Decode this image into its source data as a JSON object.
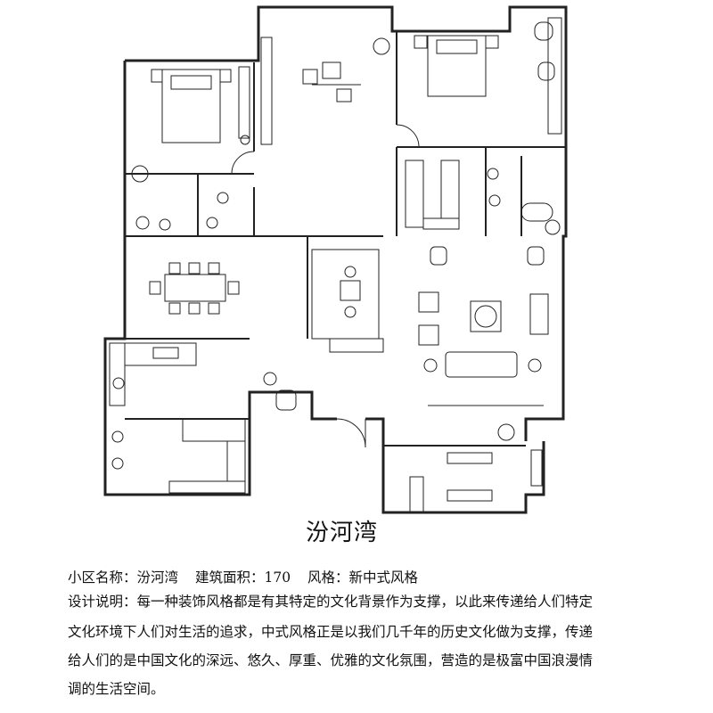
{
  "plan": {
    "title": "汾河湾"
  },
  "info": {
    "community_label": "小区名称：",
    "community_value": "汾河湾",
    "area_label": "建筑面积：",
    "area_value": "170",
    "style_label": "风格：",
    "style_value": "新中式风格",
    "description_lines": [
      "设计说明：每一种装饰风格都是有其特定的文化背景作为支撑，以此来传递给人们特定",
      "文化环境下人们对生活的追求，中式风格正是以我们几千年的历史文化做为支撑，传递",
      "给人们的是中国文化的深远、悠久、厚重、优雅的文化氛围，营造的是极富中国浪漫情",
      "调的生活空间。"
    ]
  }
}
